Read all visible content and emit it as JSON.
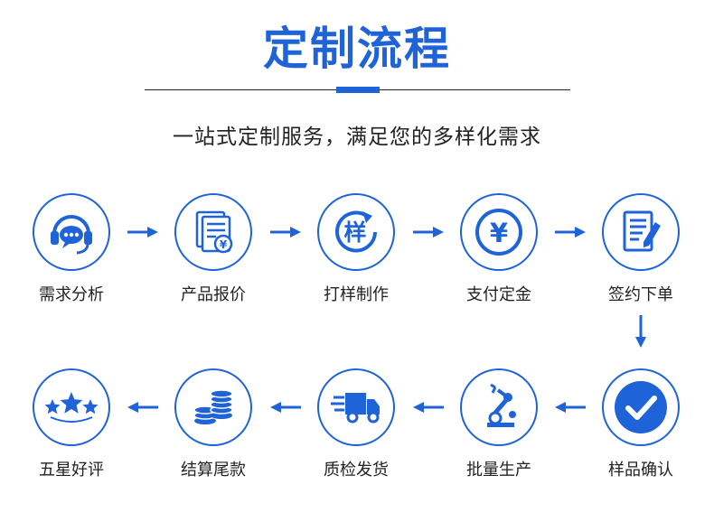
{
  "header": {
    "title": "定制流程",
    "subtitle": "一站式定制服务，满足您的多样化需求"
  },
  "steps": [
    {
      "label": "需求分析",
      "icon": "customer-service-headset-icon"
    },
    {
      "label": "产品报价",
      "icon": "quote-document-icon",
      "icon_text": "¥"
    },
    {
      "label": "打样制作",
      "icon": "sample-cycle-icon",
      "icon_text": "样"
    },
    {
      "label": "支付定金",
      "icon": "yuan-coin-icon",
      "icon_text": "¥"
    },
    {
      "label": "签约下单",
      "icon": "contract-pen-icon"
    },
    {
      "label": "样品确认",
      "icon": "checkmark-icon"
    },
    {
      "label": "批量生产",
      "icon": "robot-arm-icon"
    },
    {
      "label": "质检发货",
      "icon": "delivery-truck-icon"
    },
    {
      "label": "结算尾款",
      "icon": "coin-stack-icon"
    },
    {
      "label": "五星好评",
      "icon": "five-star-icon"
    }
  ],
  "colors": {
    "accent": "#1f63d9",
    "text": "#222222"
  }
}
